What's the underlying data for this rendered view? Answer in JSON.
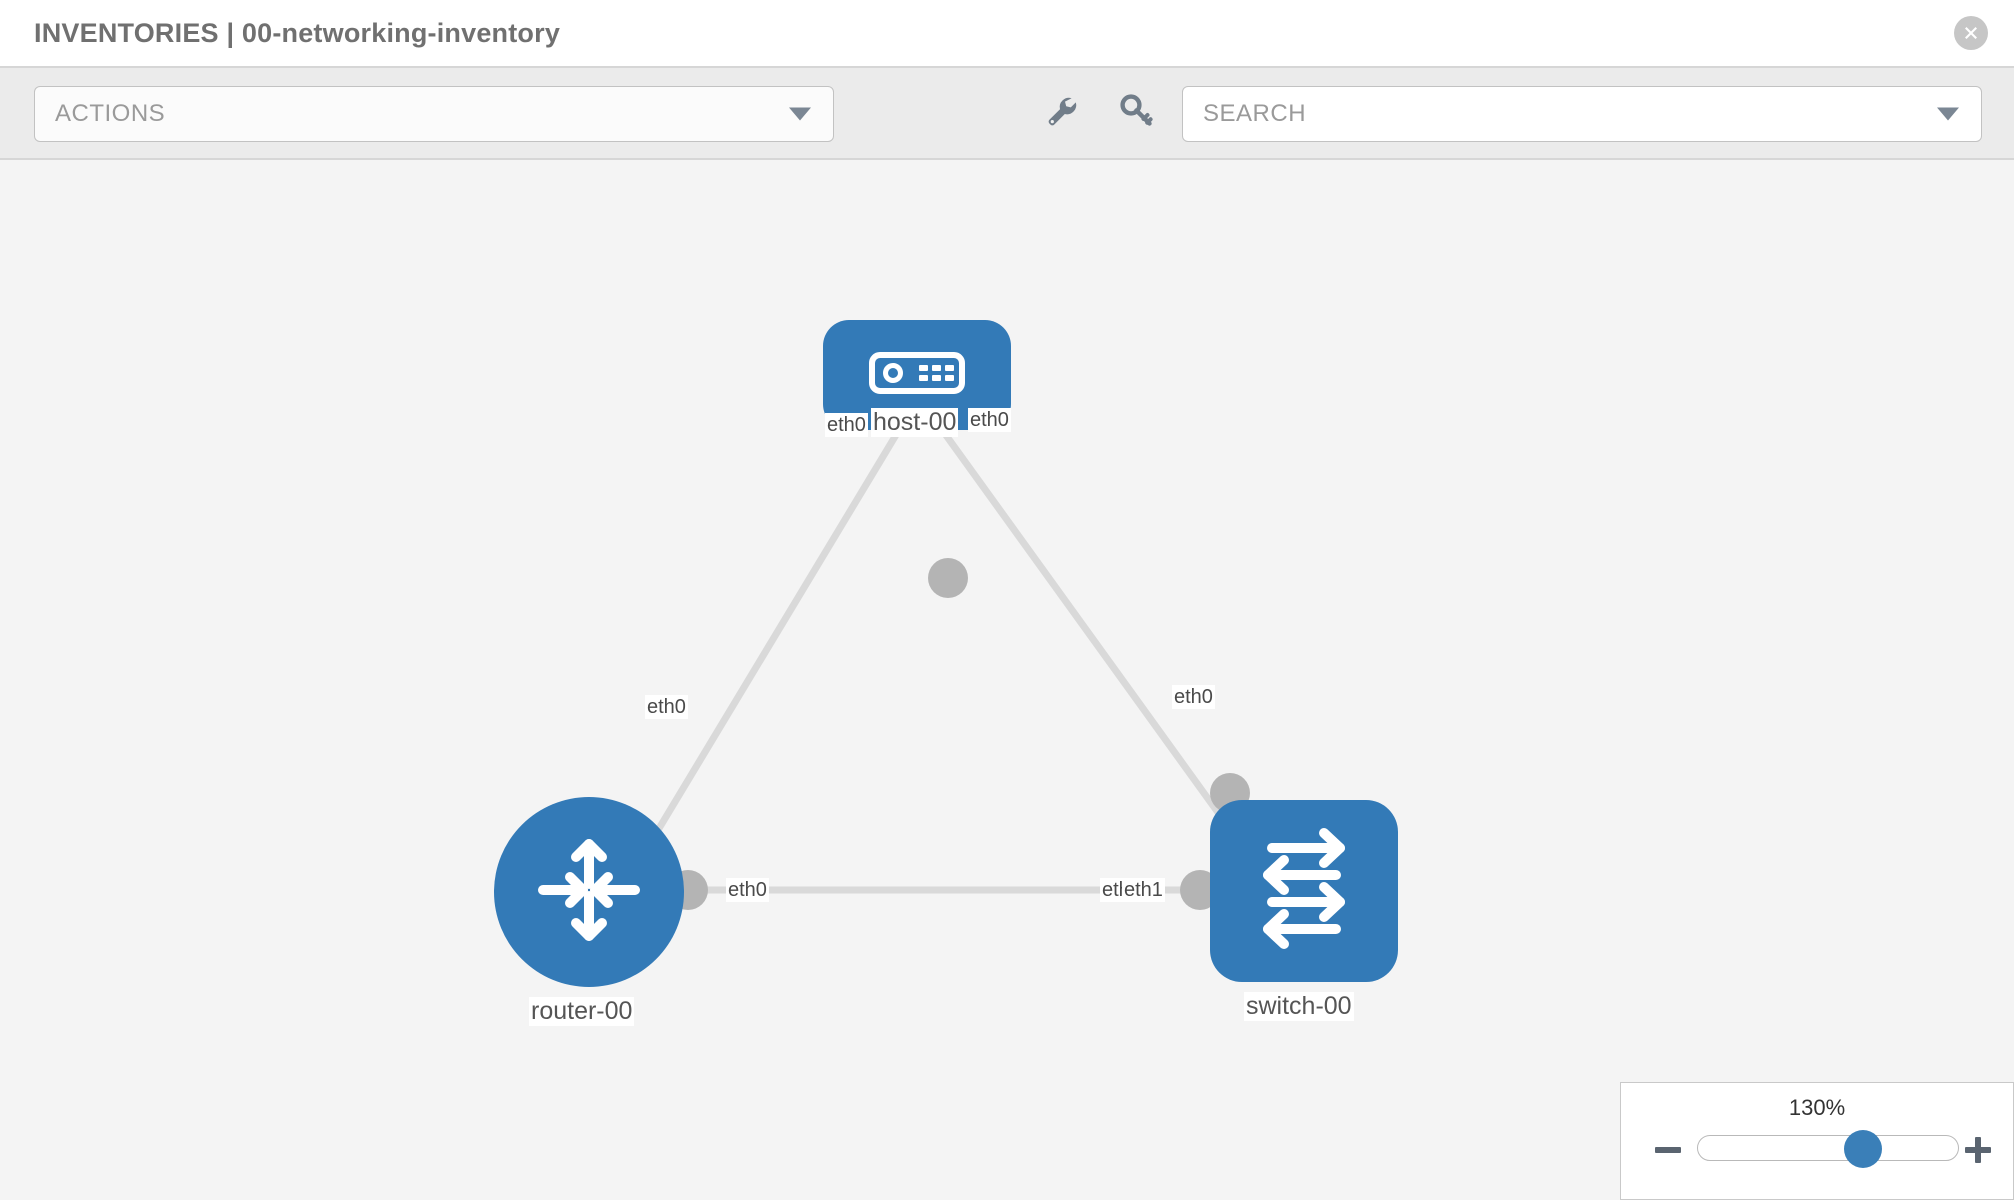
{
  "header": {
    "title": "INVENTORIES | 00-networking-inventory",
    "close_icon": "close-circle-icon"
  },
  "toolbar": {
    "actions_label": "ACTIONS",
    "actions_caret_icon": "chevron-down-icon",
    "wrench_icon": "wrench-icon",
    "key_icon": "key-icon",
    "search_value": "",
    "search_placeholder": "SEARCH",
    "search_caret_icon": "chevron-down-icon"
  },
  "topology": {
    "nodes": [
      {
        "id": "host-00",
        "label": "host-00",
        "icon": "server-icon",
        "shape": "rounded-rect",
        "color": "#337ab7"
      },
      {
        "id": "router-00",
        "label": "router-00",
        "icon": "router-arrows-icon",
        "shape": "circle",
        "color": "#337ab7"
      },
      {
        "id": "switch-00",
        "label": "switch-00",
        "icon": "switch-arrows-icon",
        "shape": "rounded-square",
        "color": "#337ab7"
      }
    ],
    "edges": [
      {
        "from": "host-00",
        "to": "router-00",
        "from_label": "eth0",
        "to_label": "eth0"
      },
      {
        "from": "host-00",
        "to": "switch-00",
        "from_label": "eth0",
        "to_label": "eth0"
      },
      {
        "from": "router-00",
        "to": "switch-00",
        "from_label": "eth0",
        "to_label": "eth1",
        "overlap_label": "eth"
      }
    ],
    "link_color": "#d9d9d9",
    "connector_color": "#b4b4b4"
  },
  "zoom": {
    "percent": "130%",
    "minus_label": "zoom-out",
    "plus_label": "zoom-in",
    "handle_position_pct": 65
  }
}
